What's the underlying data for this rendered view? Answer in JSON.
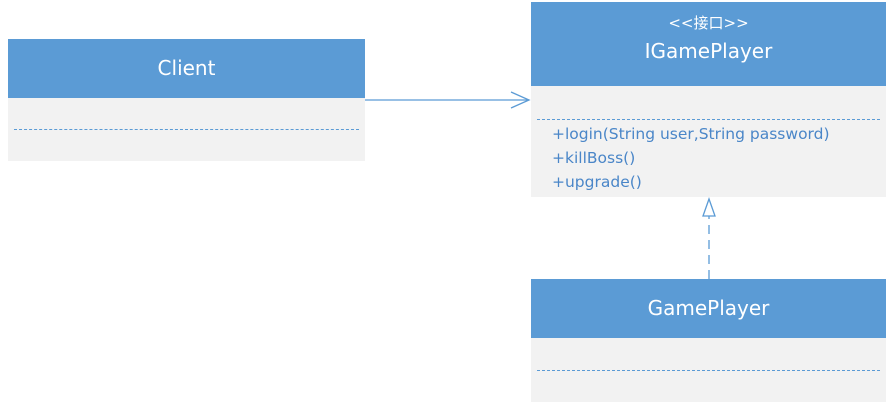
{
  "diagram": {
    "client": {
      "name": "Client"
    },
    "igameplayer": {
      "stereotype": "<<接口>>",
      "name": "IGamePlayer",
      "operations": [
        "+login(String user,String password)",
        "+killBoss()",
        "+upgrade()"
      ]
    },
    "gameplayer": {
      "name": "GamePlayer"
    },
    "relations": [
      {
        "from": "Client",
        "to": "IGamePlayer",
        "type": "association"
      },
      {
        "from": "GamePlayer",
        "to": "IGamePlayer",
        "type": "realization"
      }
    ]
  },
  "colors": {
    "header": "#5b9bd5",
    "body": "#f2f2f2",
    "line": "#5b9bd5",
    "operation_text": "#4a86c8"
  }
}
